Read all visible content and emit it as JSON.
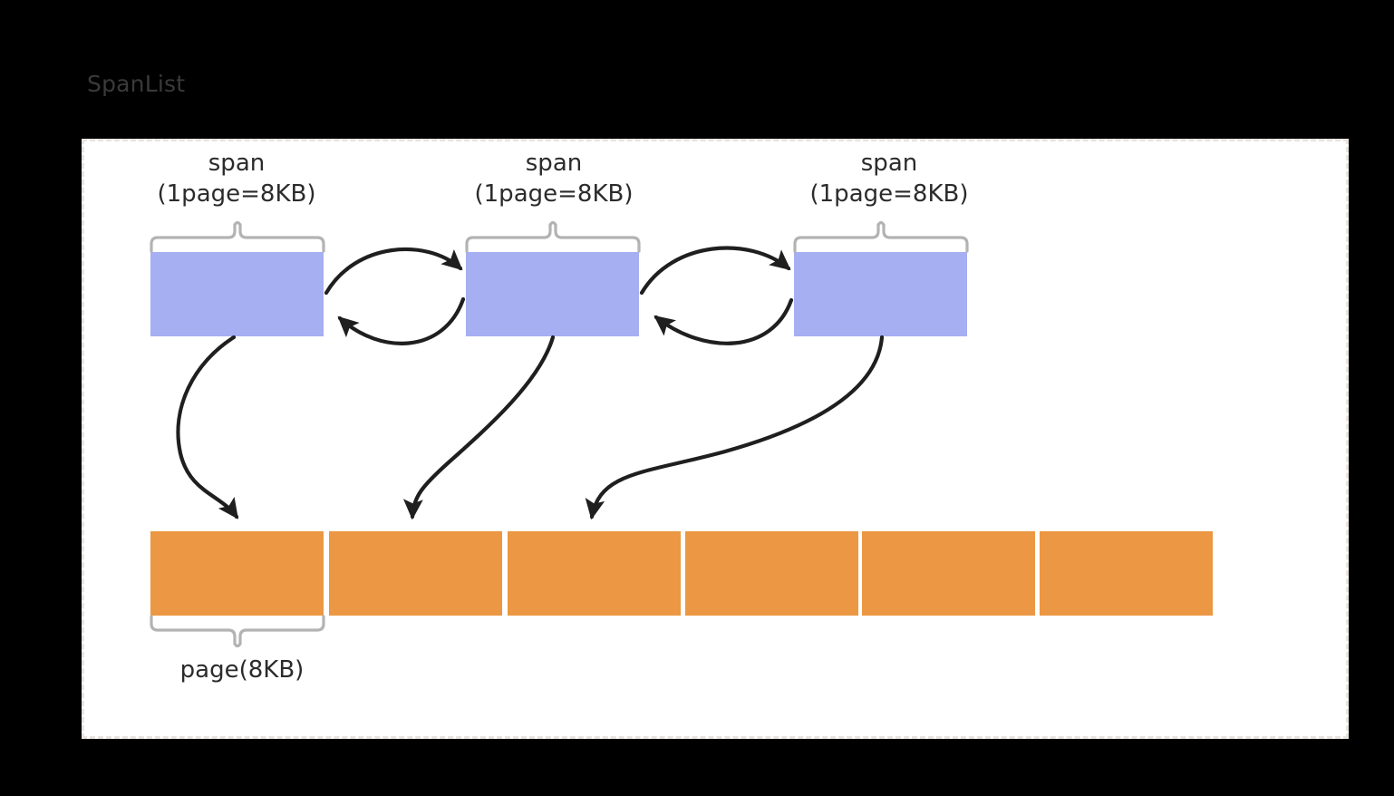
{
  "title": "SpanList",
  "colors": {
    "background": "#000000",
    "panel_background": "#ffffff",
    "panel_border": "#e8e4e0",
    "span_fill": "#a5aff2",
    "page_fill": "#ec9743",
    "brace": "#b3b3b3",
    "arrow": "#1f1f1f",
    "title_text": "#3a3a3a",
    "label_text": "#2b2b2b"
  },
  "spans": [
    {
      "name": "span",
      "detail": "(1page=8KB)"
    },
    {
      "name": "span",
      "detail": "(1page=8KB)"
    },
    {
      "name": "span",
      "detail": "(1page=8KB)"
    }
  ],
  "pages": {
    "label": "page(8KB)",
    "count": 6,
    "items": [
      "",
      "",
      "",
      "",
      "",
      ""
    ]
  }
}
